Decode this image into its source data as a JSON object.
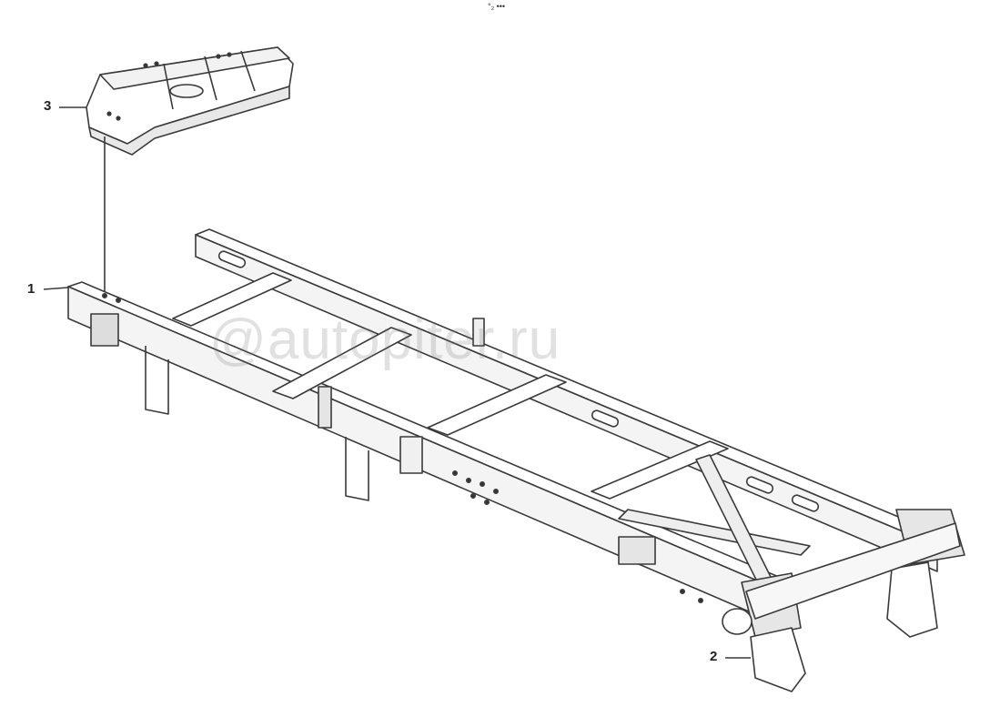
{
  "header_mark": "°₂ •••",
  "watermark": "@autopiter.ru",
  "callouts": [
    {
      "id": "callout-3",
      "label": "3"
    },
    {
      "id": "callout-1",
      "label": "1"
    },
    {
      "id": "callout-2",
      "label": "2"
    }
  ],
  "colors": {
    "line": "#3a3a3a",
    "fill": "#ffffff",
    "shade": "#e6e6e6"
  }
}
